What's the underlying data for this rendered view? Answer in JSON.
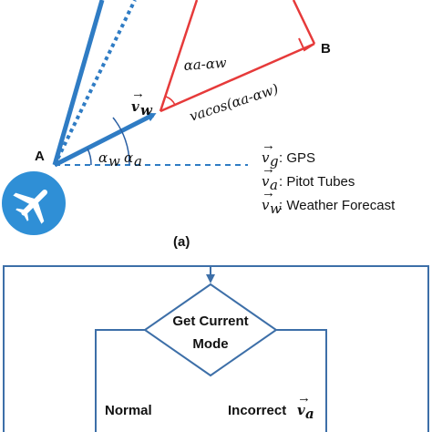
{
  "diagram": {
    "points": {
      "A": "A",
      "B": "B"
    },
    "vectors": {
      "vw": "v",
      "vw_sub": "w"
    },
    "angles": {
      "alpha_w": "α",
      "alpha_w_sub": "w",
      "alpha_a": "α",
      "alpha_a_sub": "a"
    },
    "triangle": {
      "angle_label": "αa-αw",
      "side_label": "vacos(αa-αw)"
    },
    "legend": [
      {
        "sym": "v",
        "sub": "g",
        "text": ": GPS"
      },
      {
        "sym": "v",
        "sub": "a",
        "text": ": Pitot Tubes"
      },
      {
        "sym": "v",
        "sub": "w",
        "text": ": Weather Forecast"
      }
    ],
    "panel_label": "(a)",
    "flowchart": {
      "decision_line1": "Get Current",
      "decision_line2": "Mode",
      "branch_left": "Normal",
      "branch_right": "Incorrect",
      "branch_right_sym": "v",
      "branch_right_sub": "a"
    },
    "colors": {
      "blue": "#2f7cc4",
      "dark_blue": "#2a5fa3",
      "red": "#e63a3a",
      "frame": "#3d6fa8"
    },
    "icons": {
      "plane": "airplane-icon"
    }
  }
}
